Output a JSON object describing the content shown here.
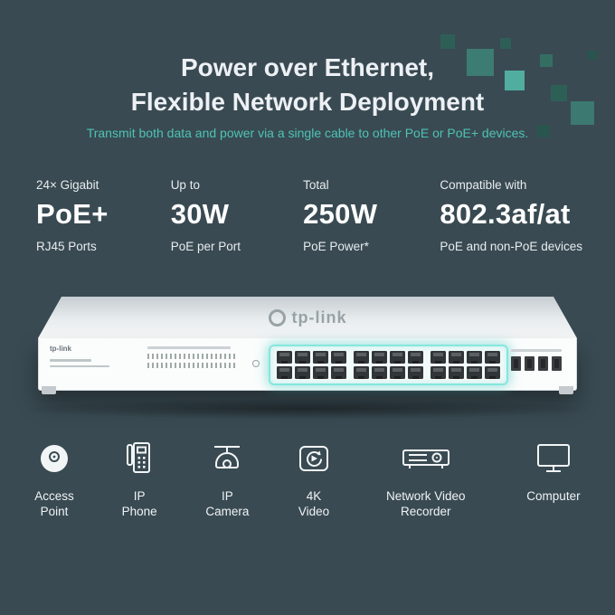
{
  "colors": {
    "background": "#394A52",
    "accent_teal": "#4EC3B5",
    "port_glow": "#85E7DC"
  },
  "header": {
    "title_line1": "Power over Ethernet,",
    "title_line2": "Flexible Network Deployment",
    "subtitle": "Transmit both data and power via a single cable to other PoE or PoE+ devices."
  },
  "specs": [
    {
      "top": "24× Gigabit",
      "value": "PoE+",
      "bottom": "RJ45 Ports"
    },
    {
      "top": "Up to",
      "value": "30W",
      "bottom": "PoE per Port"
    },
    {
      "top": "Total",
      "value": "250W",
      "bottom": "PoE Power*"
    },
    {
      "top": "Compatible with",
      "value": "802.3af/at",
      "bottom": "PoE and non-PoE devices"
    }
  ],
  "switch": {
    "brand_top": "tp-link",
    "brand_panel": "tp-link",
    "ports": {
      "rj45_count": 24,
      "sfp_count": 4
    }
  },
  "devices": [
    {
      "icon": "access-point-icon",
      "label": "Access Point"
    },
    {
      "icon": "ip-phone-icon",
      "label": "IP Phone"
    },
    {
      "icon": "ip-camera-icon",
      "label": "IP Camera"
    },
    {
      "icon": "4k-video-icon",
      "label": "4K Video"
    },
    {
      "icon": "network-video-recorder-icon",
      "label": "Network Video Recorder"
    },
    {
      "icon": "computer-icon",
      "label": "Computer"
    }
  ]
}
